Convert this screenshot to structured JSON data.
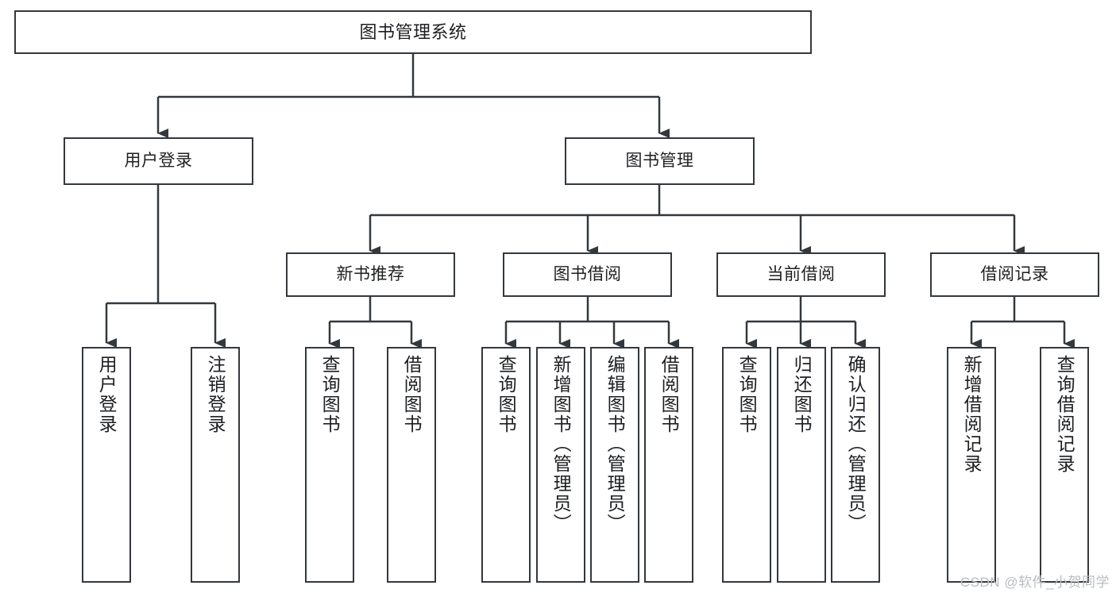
{
  "diagram": {
    "title": "图书管理系统",
    "type": "tree-hierarchy",
    "watermark": "CSDN @软件_小贺同学",
    "colors": {
      "stroke": "#33383d",
      "fill": "#ffffff",
      "text": "#1d1f22",
      "watermark": "#b9bcc0"
    },
    "root": {
      "label": "图书管理系统"
    },
    "level2": [
      {
        "label": "用户登录"
      },
      {
        "label": "图书管理"
      }
    ],
    "level3": [
      {
        "label": "新书推荐"
      },
      {
        "label": "图书借阅"
      },
      {
        "label": "当前借阅"
      },
      {
        "label": "借阅记录"
      }
    ],
    "leaves": {
      "user_login": [
        {
          "label": "用户登录"
        },
        {
          "label": "注销登录"
        }
      ],
      "new_book_recommend": [
        {
          "label": "查询图书"
        },
        {
          "label": "借阅图书"
        }
      ],
      "book_borrow": [
        {
          "label": "查询图书"
        },
        {
          "label": "新增图书（管理员）"
        },
        {
          "label": "编辑图书（管理员）"
        },
        {
          "label": "借阅图书"
        }
      ],
      "current_borrow": [
        {
          "label": "查询图书"
        },
        {
          "label": "归还图书"
        },
        {
          "label": "确认归还（管理员）"
        }
      ],
      "borrow_record": [
        {
          "label": "新增借阅记录"
        },
        {
          "label": "查询借阅记录"
        }
      ]
    }
  }
}
